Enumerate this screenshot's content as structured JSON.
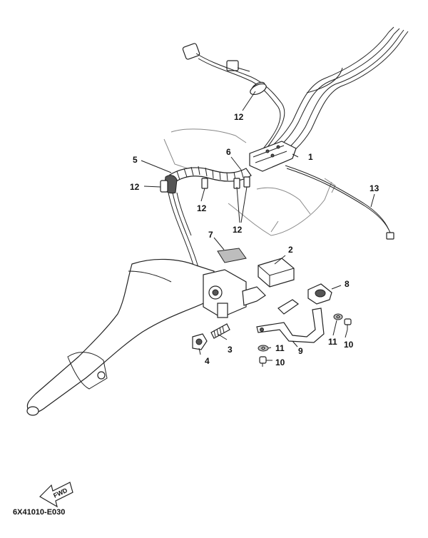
{
  "diagram": {
    "code": "6X41010-E030",
    "fwd_label": "FWD",
    "callouts": [
      {
        "id": "c1",
        "text": "1"
      },
      {
        "id": "c2",
        "text": "2"
      },
      {
        "id": "c3",
        "text": "3"
      },
      {
        "id": "c4",
        "text": "4"
      },
      {
        "id": "c5",
        "text": "5"
      },
      {
        "id": "c6",
        "text": "6"
      },
      {
        "id": "c7",
        "text": "7"
      },
      {
        "id": "c8",
        "text": "8"
      },
      {
        "id": "c9",
        "text": "9"
      },
      {
        "id": "c10a",
        "text": "10"
      },
      {
        "id": "c10b",
        "text": "10"
      },
      {
        "id": "c11a",
        "text": "11"
      },
      {
        "id": "c11b",
        "text": "11"
      },
      {
        "id": "c12a",
        "text": "12"
      },
      {
        "id": "c12b",
        "text": "12"
      },
      {
        "id": "c12c",
        "text": "12"
      },
      {
        "id": "c12d",
        "text": "12"
      },
      {
        "id": "c13",
        "text": "13"
      }
    ]
  }
}
